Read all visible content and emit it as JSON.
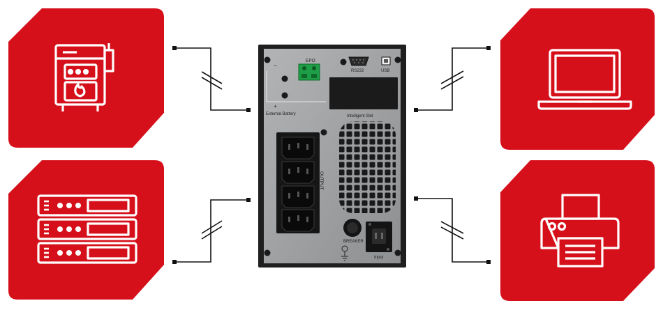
{
  "ups_labels": {
    "epo": "EPO",
    "rs232": "RS232",
    "usb": "USB",
    "external_battery": "External Battery",
    "intelligent_slot": "Intelligent Slot",
    "output": "OUTPUT",
    "breaker": "BREAKER",
    "input": "Input",
    "minus": "−",
    "plus": "+"
  },
  "devices": [
    {
      "id": "boiler",
      "icon": "boiler-icon"
    },
    {
      "id": "server-rack",
      "icon": "server-rack-icon"
    },
    {
      "id": "laptop",
      "icon": "laptop-icon"
    },
    {
      "id": "printer",
      "icon": "printer-icon"
    }
  ],
  "colors": {
    "brand_red": "#d6101b",
    "panel_grey": "#9a9c9e",
    "cable": "#111111"
  }
}
